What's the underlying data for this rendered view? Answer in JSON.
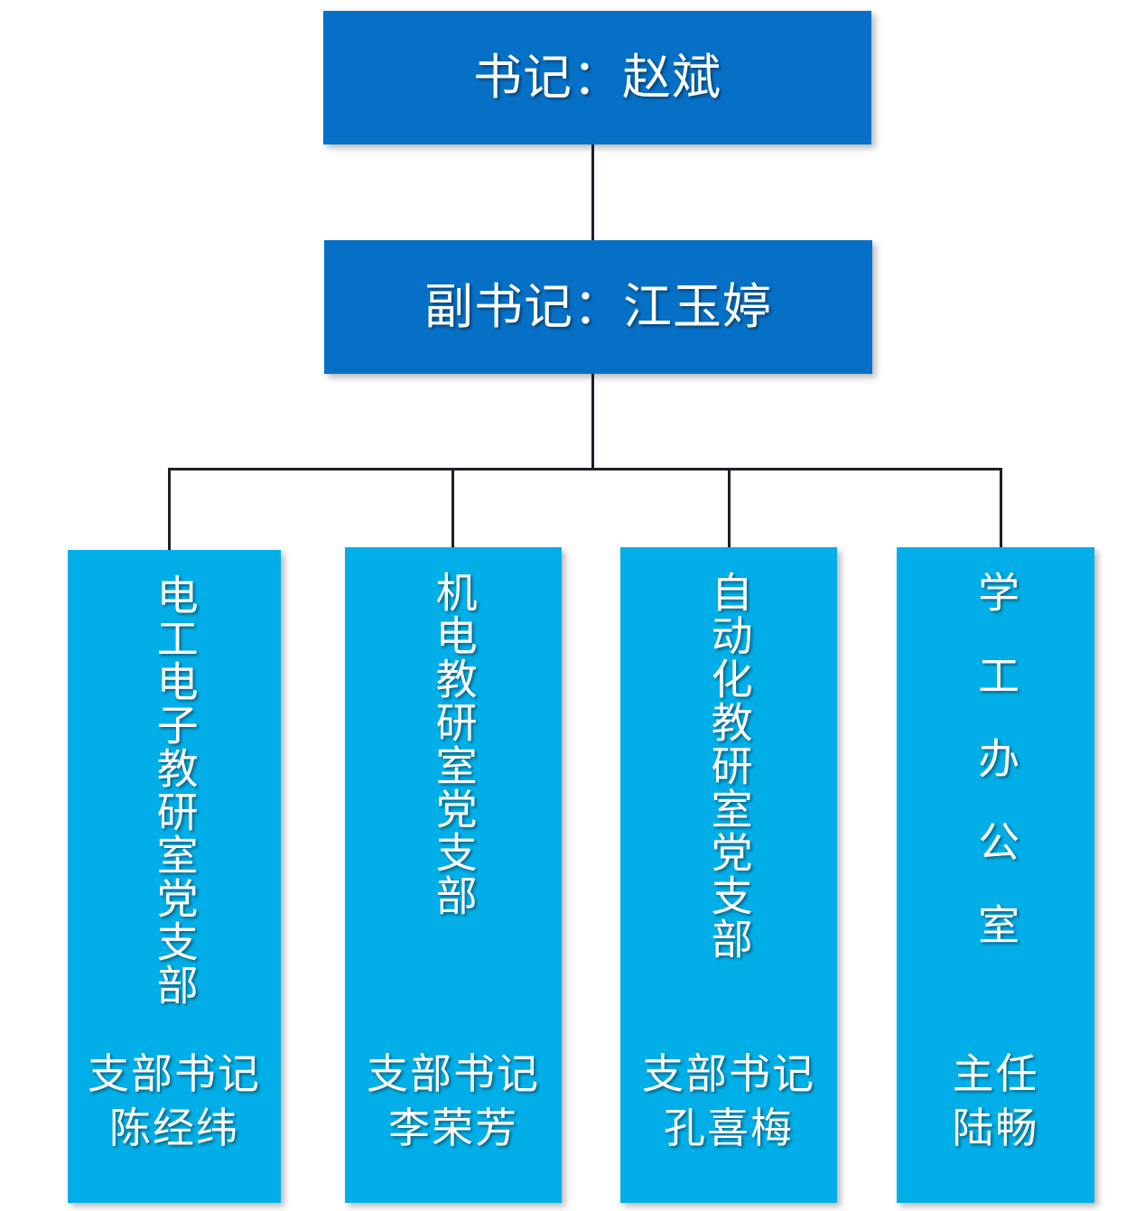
{
  "chart": {
    "type": "org-chart",
    "title": "",
    "colors": {
      "level1": "#0670c6",
      "level2": "#0670c6",
      "leaf": "#02aee8",
      "connector": "#1b1f2a",
      "text": "#ffffff",
      "background": "#ffffff"
    },
    "levels": [
      {
        "level": 1,
        "nodes": [
          {
            "id": "secretary",
            "label": "书记：赵斌",
            "role": "书记",
            "person": "赵斌"
          }
        ]
      },
      {
        "level": 2,
        "nodes": [
          {
            "id": "deputy-secretary",
            "label": "副书记：江玉婷",
            "role": "副书记",
            "person": "江玉婷"
          }
        ]
      },
      {
        "level": 3,
        "nodes": [
          {
            "id": "branch-eee",
            "title": "电工电子教研室党支部",
            "role": "支部书记",
            "person": "陈经纬",
            "footer": "支部书记\n陈经纬"
          },
          {
            "id": "branch-mechatronics",
            "title": "机电教研室党支部",
            "role": "支部书记",
            "person": "李荣芳",
            "footer": "支部书记\n李荣芳"
          },
          {
            "id": "branch-automation",
            "title": "自动化教研室党支部",
            "role": "支部书记",
            "person": "孔喜梅",
            "footer": "支部书记\n孔喜梅"
          },
          {
            "id": "student-affairs-office",
            "title": "学工办公室",
            "role": "主任",
            "person": "陆畅",
            "footer": "主任\n陆畅"
          }
        ]
      }
    ]
  }
}
